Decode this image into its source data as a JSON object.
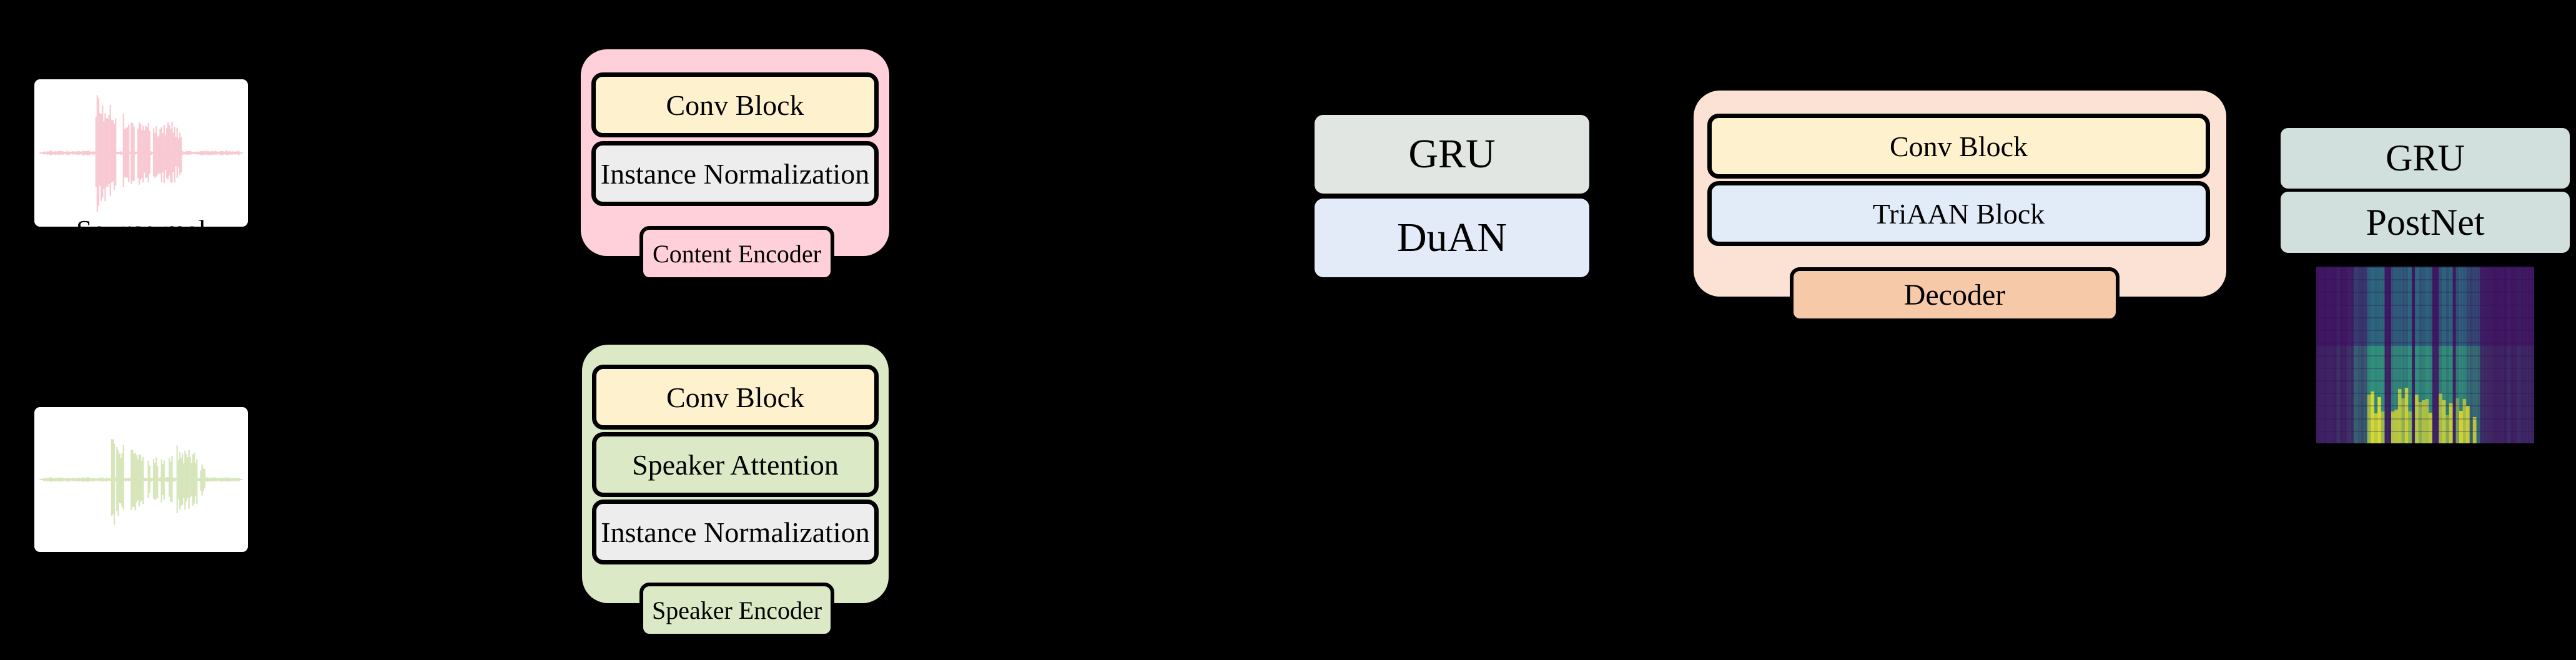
{
  "figure_bg": "#000000",
  "inputs": {
    "source": {
      "caption": "Source mel",
      "waveform_color": "#F8C9D2",
      "card_color": "#FFFFFF"
    },
    "target": {
      "waveform_color": "#D7E6BA",
      "card_color": "#FFFFFF"
    }
  },
  "content_encoder": {
    "label": "Content Encoder",
    "container_color": "#FFD0D9",
    "rows": [
      {
        "label": "Conv Block",
        "color": "#FEF1CD"
      },
      {
        "label": "Instance Normalization",
        "color": "#EDEDED"
      }
    ]
  },
  "speaker_encoder": {
    "label": "Speaker Encoder",
    "container_color": "#DBE9C6",
    "rows": [
      {
        "label": "Conv Block",
        "color": "#FEF1CD"
      },
      {
        "label": "Speaker Attention",
        "color": "#DBE9C6"
      },
      {
        "label": "Instance Normalization",
        "color": "#EDEDED"
      }
    ]
  },
  "bottleneck": {
    "rows": [
      {
        "label": "GRU",
        "color": "#E2E6E2"
      },
      {
        "label": "DuAN",
        "color": "#E2EBF7"
      }
    ]
  },
  "decoder": {
    "label": "Decoder",
    "container_color": "#FCE2D5",
    "tab_color": "#F6C9A8",
    "rows": [
      {
        "label": "Conv Block",
        "color": "#FEF1CD"
      },
      {
        "label": "TriAAN Block",
        "color": "#E1ECF8"
      }
    ]
  },
  "output_stack": {
    "rows": [
      {
        "label": "GRU",
        "color": "#D2E0DD"
      },
      {
        "label": "PostNet",
        "color": "#D2E0DD"
      }
    ]
  },
  "spectrogram": {
    "description": "mel-spectrogram (viridis colormap)",
    "base_color": "#430A5D",
    "mid_color": "#21918C",
    "high_color": "#FDE725"
  }
}
